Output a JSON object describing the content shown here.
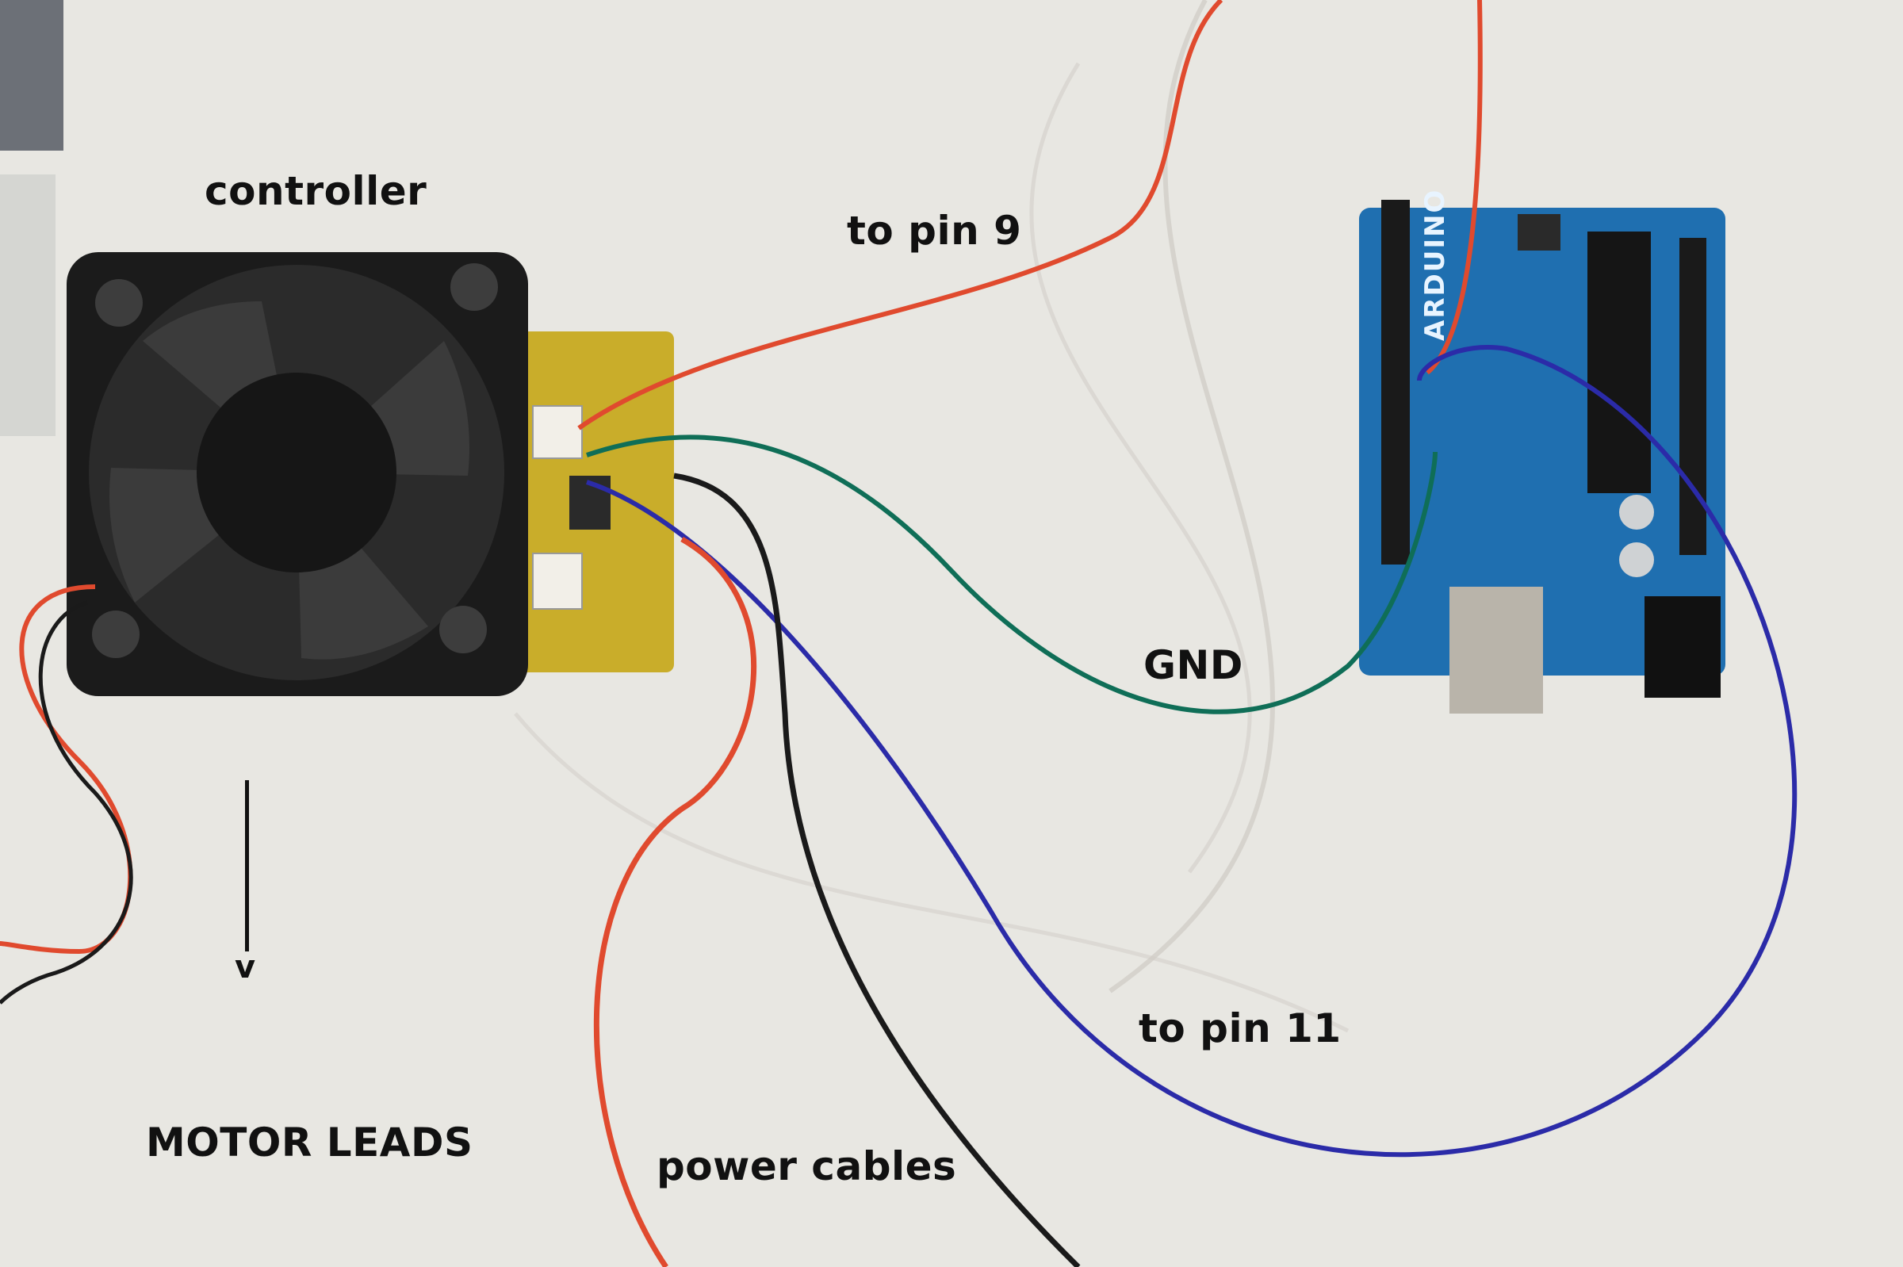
{
  "labels": {
    "controller": "controller",
    "pin9": "to pin 9",
    "gnd": "GND",
    "pin11": "to pin 11",
    "motor_leads": "MOTOR LEADS",
    "power_cables": "power cables",
    "arrow_head": "v"
  },
  "board": {
    "brand": "ARDUINO"
  },
  "colors": {
    "background": "#e9e8e3",
    "wire_red": "#e04a2e",
    "wire_green": "#0f6e57",
    "wire_blue": "#2b2ba8",
    "wire_black": "#1a1a1a",
    "pcb_yellow": "#c9ad2a",
    "arduino_blue": "#1f6fb0",
    "fan_black": "#1b1b1b"
  }
}
